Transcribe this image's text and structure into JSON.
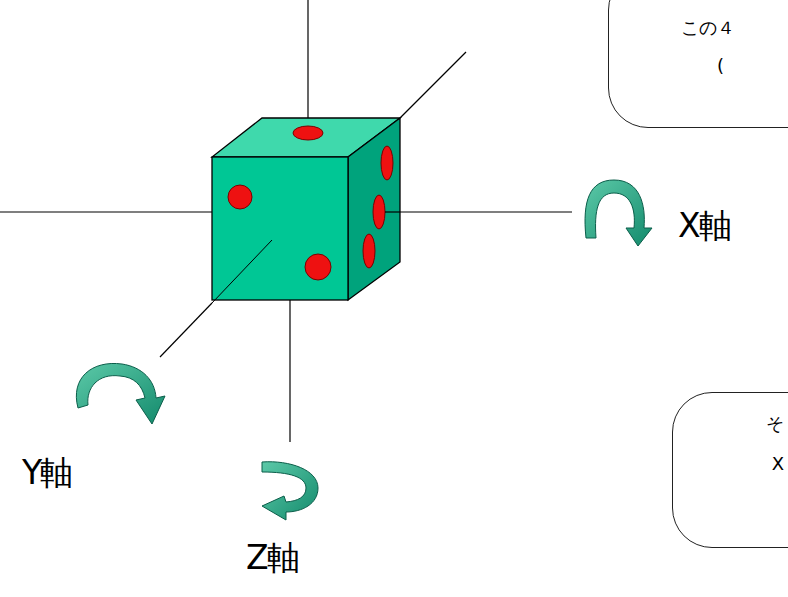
{
  "diagram": {
    "nodes": [
      {
        "text": [
          "この４",
          "("
        ]
      },
      {
        "text": [
          "そ",
          "X"
        ]
      }
    ],
    "labels": [
      "X軸",
      "Y軸",
      "Z軸"
    ]
  }
}
